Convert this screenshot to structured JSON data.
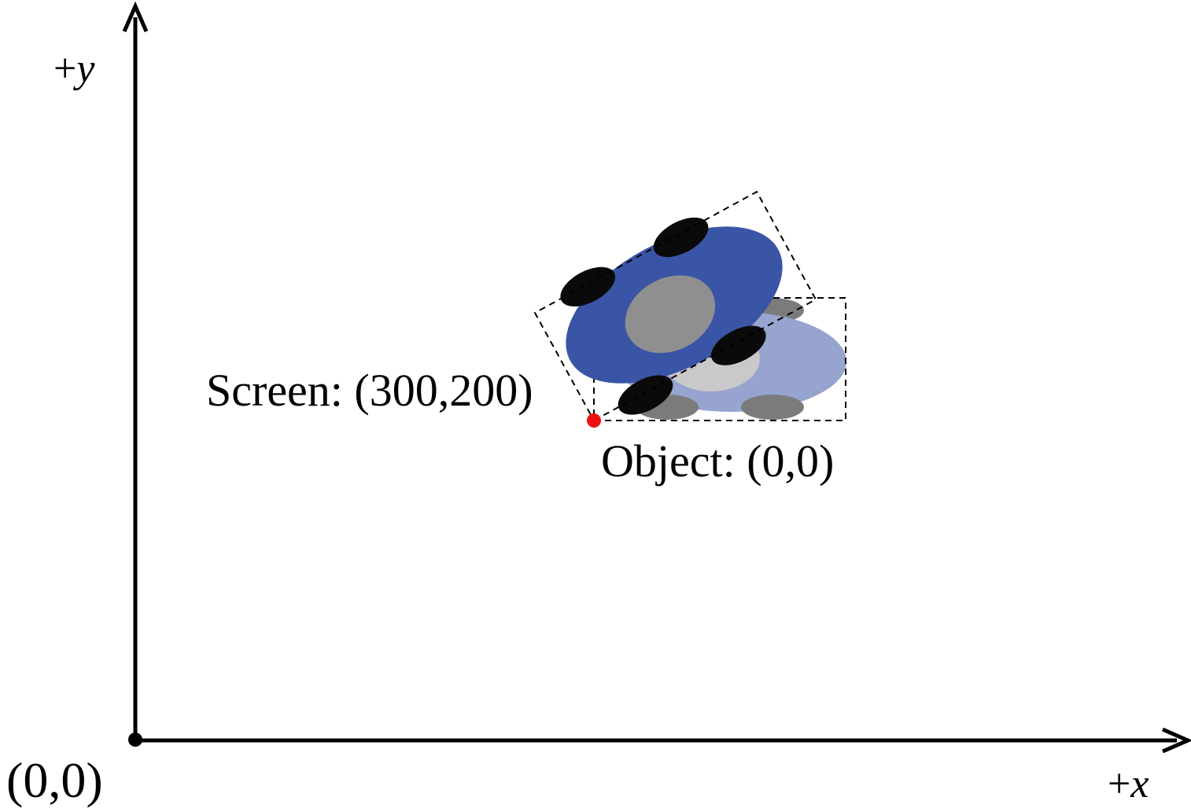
{
  "axes": {
    "y_label_sign": "+",
    "y_label_var": "y",
    "x_label_sign": "+",
    "x_label_var": "x",
    "origin_label": "(0,0)"
  },
  "annotations": {
    "screen_label": "Screen: (300,200)",
    "object_label": "Object: (0,0)"
  },
  "colors": {
    "axis": "#000000",
    "body_rotated": "#3a55a6",
    "body_original": "#97a4d0",
    "hub_rotated": "#8f8f8f",
    "hub_original": "#c9c9c9",
    "wheel_rotated": "#0a0a0a",
    "wheel_original": "#7b7b7b",
    "origin_point": "#ee1111",
    "bounding_box": "#000000"
  }
}
